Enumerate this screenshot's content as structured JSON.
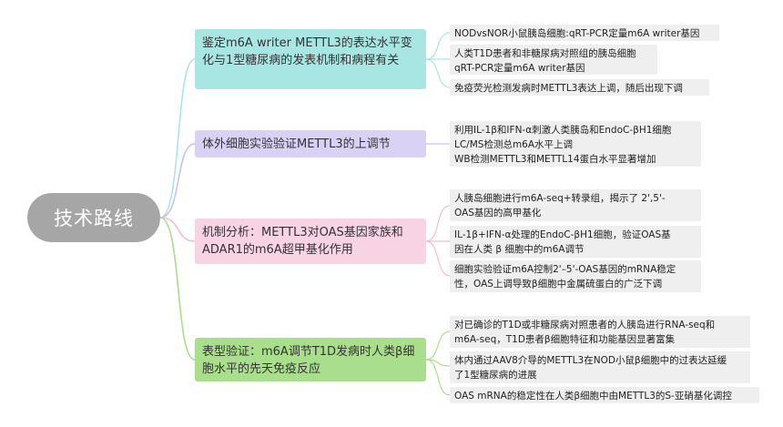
{
  "root": {
    "label": "技术路线"
  },
  "branches": [
    {
      "label": "鉴定m6A writer METTL3的表达水平变化与1型糖尿病的发表机制和病程有关",
      "color": "#a8e6e3",
      "leaves": [
        "NODvsNOR小鼠胰岛细胞:qRT-PCR定量m6A writer基因",
        "人类T1D患者和非糖尿病对照组的胰岛细胞\nqRT-PCR定量m6A writer基因",
        "免疫荧光检测发病时METTL3表达上调，随后出现下调"
      ]
    },
    {
      "label": "体外细胞实验验证METTL3的上调节",
      "color": "#d9d2f5",
      "leaves": [
        "利用IL-1β和IFN-α刺激人类胰岛和EndoC-βH1细胞\nLC/MS检测总m6A水平上调\nWB检测METTL3和METTL14蛋白水平显著增加"
      ]
    },
    {
      "label": "机制分析：METTL3对OAS基因家族和ADAR1的m6A超甲基化作用",
      "color": "#f8d3e4",
      "leaves": [
        "人胰岛细胞进行m6A-seq+转录组，揭示了 2',5'-\nOAS基因的高甲基化",
        "IL-1β+IFN-α处理的EndoC-βH1细胞，验证OAS基\n因在人类 β 细胞中的m6A调节",
        "细胞实验验证m6A控制2'–5'-OAS基因的mRNA稳定\n性，OAS上调导致β细胞中金属硫蛋白的广泛下调"
      ]
    },
    {
      "label": "表型验证：m6A调节T1D发病时人类β细胞水平的先天免疫反应",
      "color": "#a9df8c",
      "leaves": [
        "对已确诊的T1D或非糖尿病对照患者的人胰岛进行RNA-seq和\nm6A-seq，T1D患者β细胞特征和功能基因显著富集",
        "体内通过AAV8介导的METTL3在NOD小鼠β细胞中的过表达延缓\n了1型糖尿病的进展",
        "OAS mRNA的稳定性在人类β细胞中由METTL3的S-亚硝基化调控"
      ]
    }
  ]
}
